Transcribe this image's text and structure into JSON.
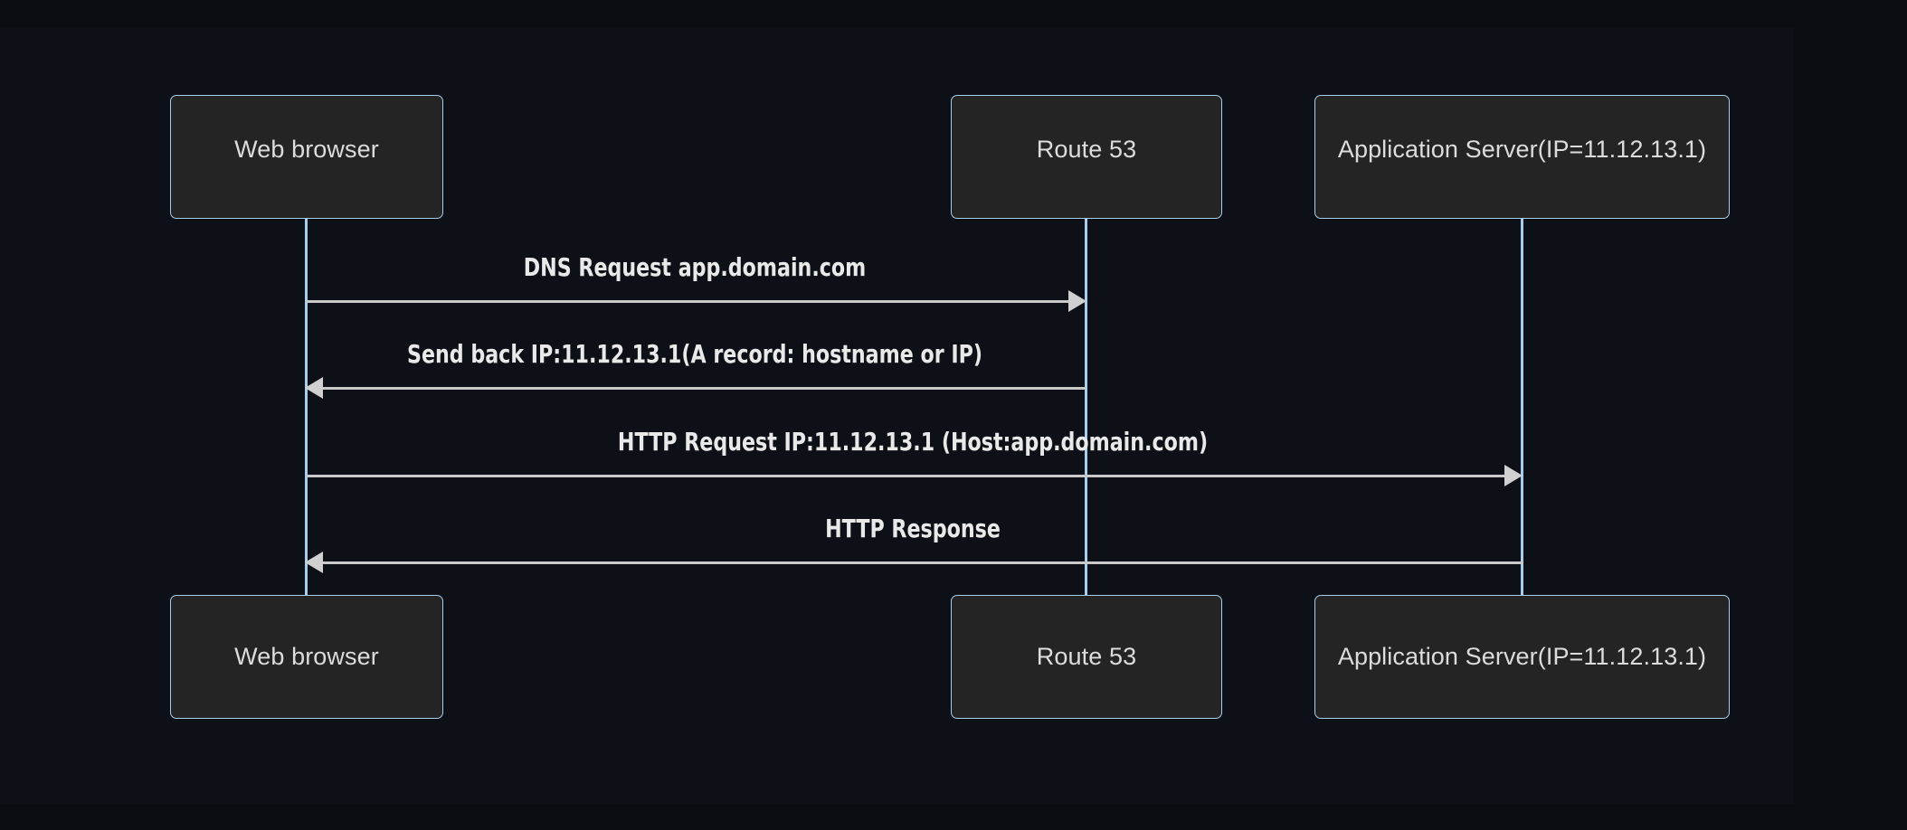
{
  "diagram": {
    "type": "sequence-diagram",
    "title": "",
    "background_color": "#0d1117",
    "participant_fill": "#242424",
    "participant_border": "#a9cdec",
    "lifeline_color": "#a9cdec",
    "message_color": "#c9c9c9",
    "text_color": "#dcdcdc"
  },
  "participants": [
    {
      "id": "browser",
      "label": "Web browser"
    },
    {
      "id": "route53",
      "label": "Route 53"
    },
    {
      "id": "appserver",
      "label": "Application Server(IP=11.12.13.1)"
    }
  ],
  "participants_bottom": [
    {
      "id": "browser-bottom",
      "label": "Web browser"
    },
    {
      "id": "route53-bottom",
      "label": "Route 53"
    },
    {
      "id": "appserver-bottom",
      "label": "Application Server(IP=11.12.13.1)"
    }
  ],
  "messages": [
    {
      "index": 1,
      "from": "browser",
      "to": "route53",
      "direction": "right",
      "label": "DNS Request app.domain.com"
    },
    {
      "index": 2,
      "from": "route53",
      "to": "browser",
      "direction": "left",
      "label": "Send back IP:11.12.13.1(A record: hostname or IP)"
    },
    {
      "index": 3,
      "from": "browser",
      "to": "appserver",
      "direction": "right",
      "label": "HTTP Request IP:11.12.13.1 (Host:app.domain.com)"
    },
    {
      "index": 4,
      "from": "appserver",
      "to": "browser",
      "direction": "left",
      "label": "HTTP Response"
    }
  ]
}
